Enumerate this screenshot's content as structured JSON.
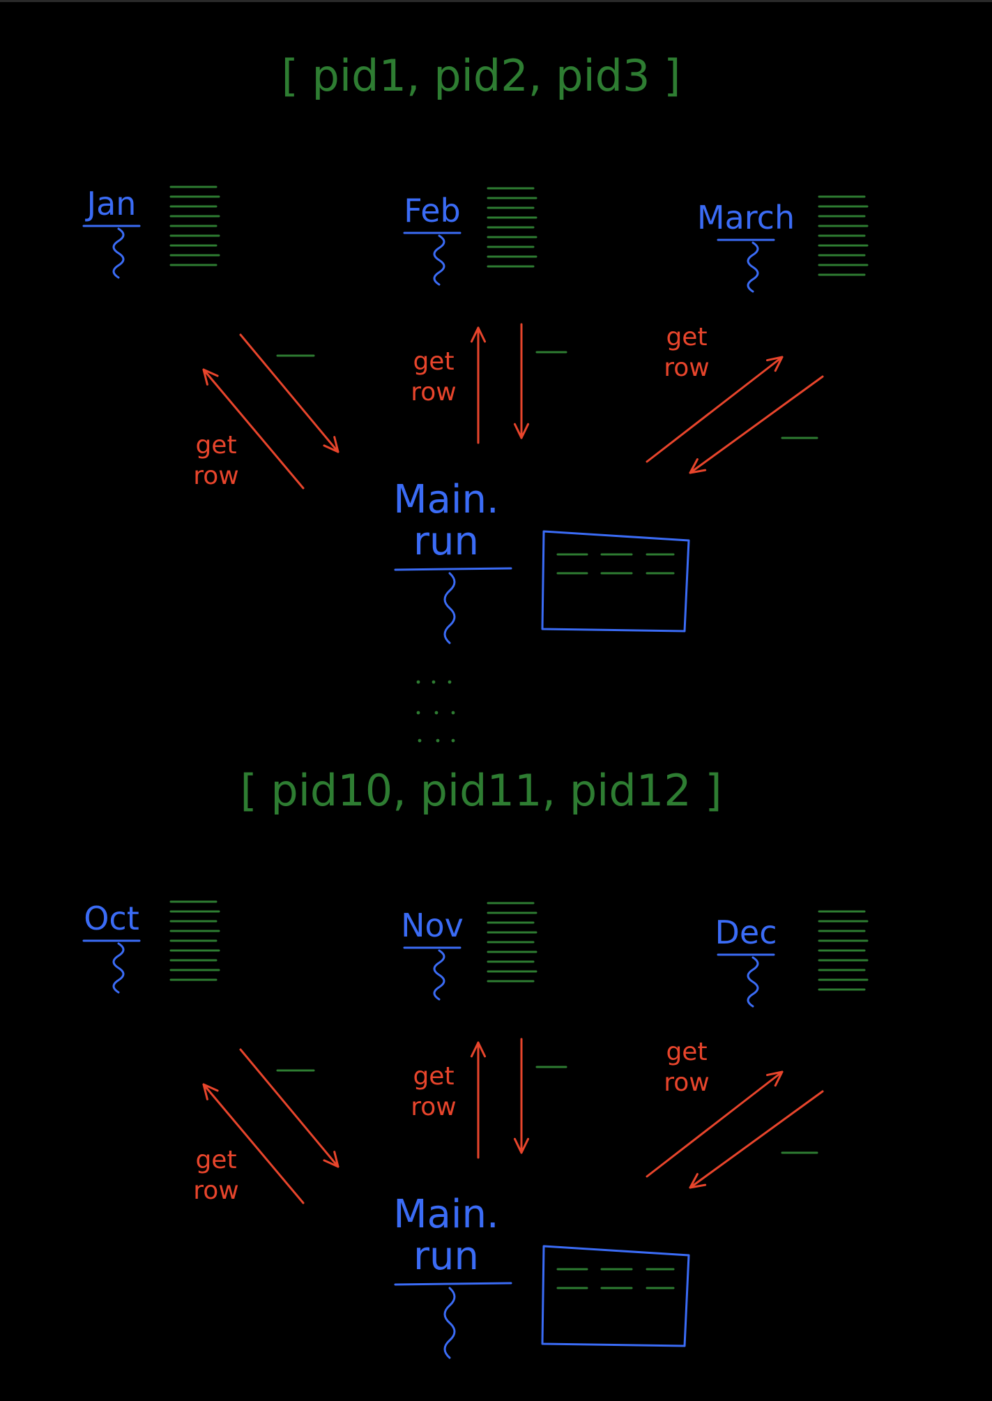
{
  "colors": {
    "background": "#000000",
    "pid_green": "#2e7d32",
    "month_blue": "#3b6cf6",
    "arrow_red": "#e8452c",
    "dots_green": "#2e7d32"
  },
  "diagram": {
    "groups": [
      {
        "pid_list": "[ pid1, pid2, pid3 ]",
        "months": [
          {
            "label": "Jan"
          },
          {
            "label": "Feb"
          },
          {
            "label": "March"
          }
        ],
        "arrow_labels": [
          "get row",
          "get row",
          "get row"
        ],
        "main_label_line1": "Main.",
        "main_label_line2": "run"
      },
      {
        "pid_list": "[ pid10, pid11, pid12 ]",
        "months": [
          {
            "label": "Oct"
          },
          {
            "label": "Nov"
          },
          {
            "label": "Dec"
          }
        ],
        "arrow_labels": [
          "get row",
          "get row",
          "get row"
        ],
        "main_label_line1": "Main.",
        "main_label_line2": "run"
      }
    ],
    "ellipsis": "..."
  }
}
